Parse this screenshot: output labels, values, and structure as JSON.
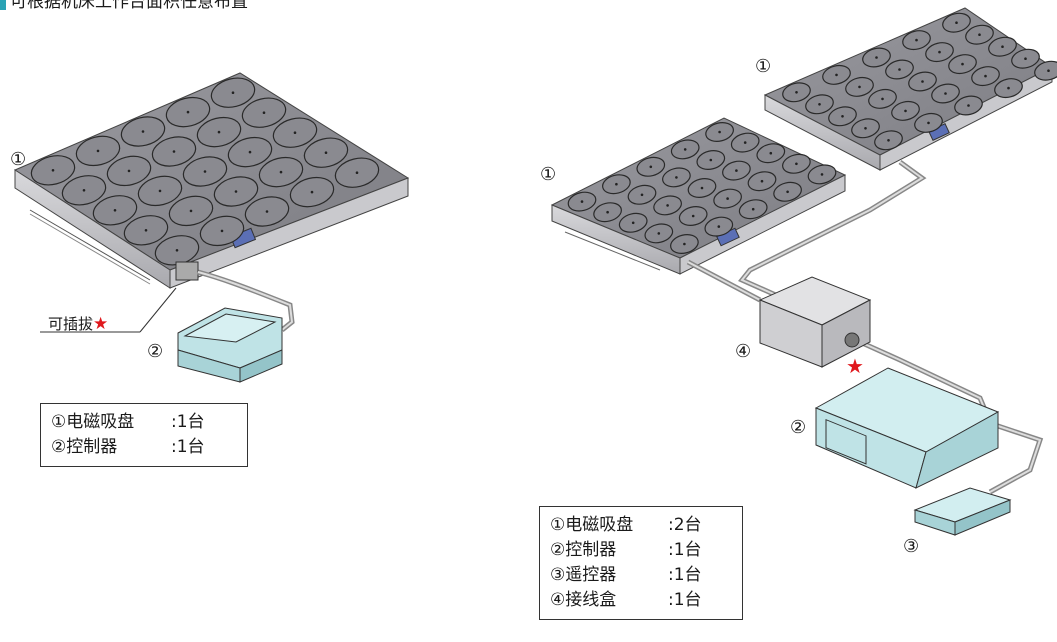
{
  "heading": "可根据机床工作台面积任意布置",
  "left": {
    "label_1": "①",
    "label_2": "②",
    "pluggable_label": "可插拔",
    "star": "★",
    "legend": [
      {
        "name": "①电磁吸盘",
        "qty": ":1台"
      },
      {
        "name": "②控制器",
        "qty": ":1台"
      }
    ]
  },
  "right": {
    "label_1_top": "①",
    "label_1_bottom": "①",
    "label_2": "②",
    "label_3": "③",
    "label_4": "④",
    "star": "★",
    "legend": [
      {
        "name": "①电磁吸盘",
        "qty": ":2台"
      },
      {
        "name": "②控制器",
        "qty": ":1台"
      },
      {
        "name": "③遥控器",
        "qty": ":1台"
      },
      {
        "name": "④接线盒",
        "qty": ":1台"
      }
    ]
  },
  "colors": {
    "accent": "#2aa3b5",
    "chuck_top": "#8e8e94",
    "controller": "#bfe3e6",
    "star": "#e0181d"
  }
}
